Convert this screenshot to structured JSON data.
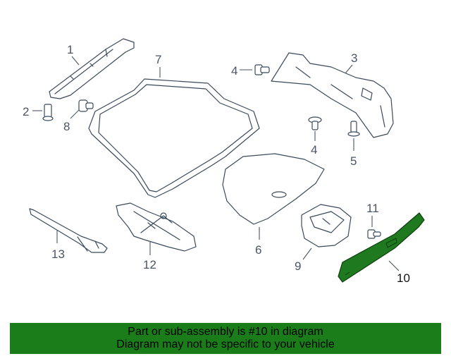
{
  "callouts": {
    "c1": "1",
    "c2": "2",
    "c3": "3",
    "c4a": "4",
    "c4b": "4",
    "c5": "5",
    "c6": "6",
    "c7": "7",
    "c8": "8",
    "c9": "9",
    "c10": "10",
    "c11": "11",
    "c12": "12",
    "c13": "13"
  },
  "highlight_color": "#1a7d1a",
  "banner": {
    "line1": "Part or sub-assembly is #10 in diagram",
    "line2": "Diagram may not be specific to your vehicle"
  }
}
